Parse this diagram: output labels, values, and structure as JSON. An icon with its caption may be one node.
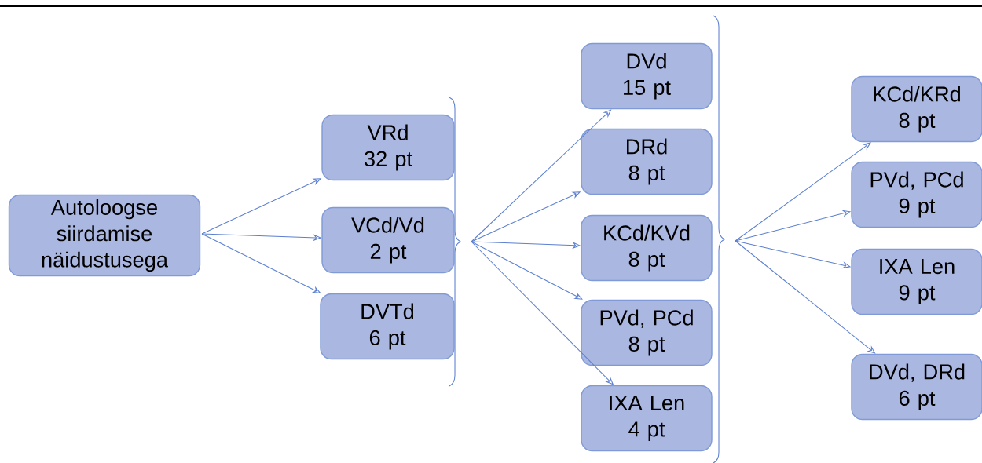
{
  "diagram": {
    "nodes": [
      {
        "text": [
          "Autoloogse siirdamise näidustusega"
        ]
      },
      {
        "text": [
          "VRd",
          "32 pt"
        ]
      },
      {
        "text": [
          "VCd/Vd",
          "2 pt"
        ]
      },
      {
        "text": [
          "DVTd",
          "6 pt"
        ]
      },
      {
        "text": [
          "DVd",
          "15 pt"
        ]
      },
      {
        "text": [
          "DRd",
          "8 pt"
        ]
      },
      {
        "text": [
          "KCd/KVd",
          "8 pt"
        ]
      },
      {
        "text": [
          "PVd, PCd",
          "8 pt"
        ]
      },
      {
        "text": [
          "IXA Len",
          "4 pt"
        ]
      },
      {
        "text": [
          "KCd/KRd",
          "8 pt"
        ]
      },
      {
        "text": [
          "PVd, PCd",
          "9 pt"
        ]
      },
      {
        "text": [
          "IXA Len",
          "9 pt"
        ]
      },
      {
        "text": [
          "DVd, DRd",
          "6 pt"
        ]
      }
    ],
    "edges": [
      {
        "from": 0,
        "to": 1,
        "arrow": "to"
      },
      {
        "from": 0,
        "to": 2,
        "arrow": "to"
      },
      {
        "from": 0,
        "to": 3,
        "arrow": "to"
      },
      {
        "from": null,
        "to": 4,
        "arrow": "to"
      },
      {
        "from": null,
        "to": 5,
        "arrow": "to"
      },
      {
        "from": null,
        "to": 6,
        "arrow": "to"
      },
      {
        "from": null,
        "to": 7,
        "arrow": "to"
      },
      {
        "from": null,
        "to": 8,
        "arrow": "to"
      },
      {
        "from": null,
        "to": 9,
        "arrow": "to"
      },
      {
        "from": null,
        "to": 10,
        "arrow": "to"
      },
      {
        "from": null,
        "to": 11,
        "arrow": "to"
      },
      {
        "from": null,
        "to": 12,
        "arrow": "to"
      }
    ]
  }
}
